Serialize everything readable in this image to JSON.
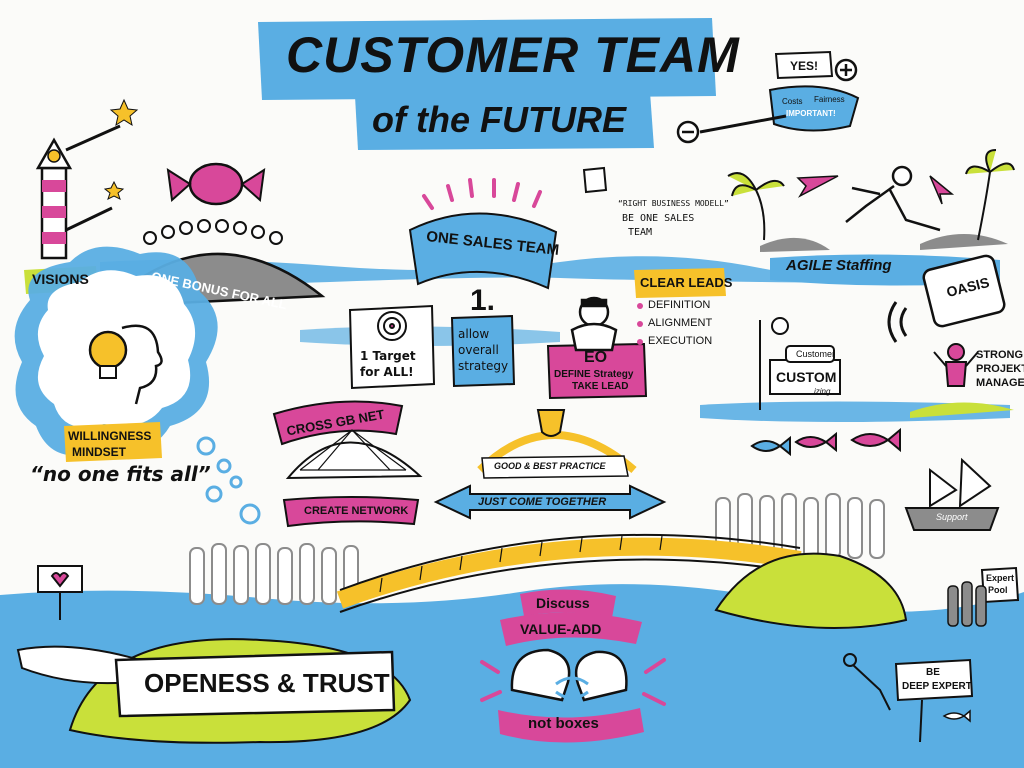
{
  "title": {
    "line1": "CUSTOMER TEAM",
    "line2": "of the FUTURE"
  },
  "labels": {
    "visions": "VISIONS",
    "one_bonus": "ONE BONUS FOR ALL",
    "willingness": "WILLINGNESS",
    "mindset": "MINDSET",
    "no_one_fits": "“no one fits all”",
    "one_sales_team": "ONE SALES TEAM",
    "one_target": "1 Target",
    "for_all": "for ALL!",
    "number_one": "1.",
    "allow": "allow",
    "overall": "overall",
    "strategy": "strategy",
    "eo": "EO",
    "define_strategy": "DEFINE Strategy",
    "take_lead": "TAKE LEAD",
    "clear_leads": "CLEAR LEADS",
    "definition": "DEFINITION",
    "alignment": "ALIGNMENT",
    "execution": "EXECUTION",
    "right_business": "“RIGHT BUSINESS MODELL”",
    "be_one_sales": "BE ONE SALES",
    "team": "TEAM",
    "agile_staffing": "AGILE Staffing",
    "oasis": "OASIS",
    "strong": "STRONG",
    "project": "PROJEKT",
    "manager": "MANAGER",
    "customer_small": "Customer",
    "custom": "CUSTOM",
    "izing": "izing",
    "yes": "YES!",
    "costs": "Costs",
    "fairness": "Fairness",
    "important": "IMPORTANT!",
    "cross_gb_net": "CROSS GB NET",
    "create_network": "CREATE NETWORK",
    "good_best_practice": "GOOD & BEST PRACTICE",
    "just_come_together": "JUST COME TOGETHER",
    "support": "Support",
    "expert_pool_1": "Expert",
    "expert_pool_2": "Pool",
    "openess_trust": "OPENESS & TRUST",
    "discuss": "Discuss",
    "value_add": "VALUE-ADD",
    "not_boxes": "not boxes",
    "be_deep_expert_1": "BE",
    "be_deep_expert_2": "DEEP EXPERT"
  },
  "colors": {
    "sky_blue": "#5aaee3",
    "magenta": "#d8489a",
    "lime": "#c9e03a",
    "yellow": "#f6c12a",
    "orange": "#f29a2e",
    "gray": "#8c8c8c",
    "ink": "#111111"
  }
}
